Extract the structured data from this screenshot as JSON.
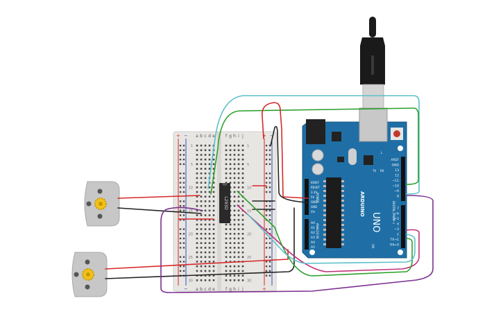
{
  "breadboard": {
    "columns_top": [
      "a",
      "b",
      "c",
      "d",
      "e",
      "f",
      "g",
      "h",
      "i",
      "j"
    ],
    "columns_bottom": [
      "a",
      "b",
      "c",
      "d",
      "e",
      "f",
      "g",
      "h",
      "i",
      "j"
    ],
    "row_numbers": [
      "1",
      "5",
      "10",
      "15",
      "20",
      "25",
      "30"
    ],
    "rail_plus": "+",
    "rail_minus": "−"
  },
  "chip": {
    "label": "L293D"
  },
  "arduino": {
    "brand": "ARDUINO",
    "model": "UNO",
    "tx_label": "TX",
    "rx_label": "RX",
    "on_label": "ON",
    "l_label": "L",
    "power_header_label": "POWER",
    "analog_header_label": "ANALOG IN",
    "digital_header_label": "DIGITAL (PWM~)",
    "power_pins": [
      "IOREF",
      "RESET",
      "3.3V",
      "5V",
      "GND",
      "GND",
      "Vin"
    ],
    "analog_pins": [
      "A0",
      "A1",
      "A2",
      "A3",
      "A4",
      "A5"
    ],
    "digital_top_pins": [
      "AREF",
      "GND",
      "13",
      "12",
      "~11",
      "~10",
      "~9",
      "8"
    ],
    "digital_bottom_pins": [
      "7",
      "~6",
      "~5",
      "4",
      "~3",
      "2",
      "TX→1",
      "RX←0"
    ]
  },
  "motors": [
    {
      "name": "motor-top"
    },
    {
      "name": "motor-bottom"
    }
  ],
  "colors": {
    "arduino_board": "#1f6fa6",
    "breadboard": "#e8e6e3",
    "chip": "#2a2a2a",
    "motor_body": "#c7c7c7",
    "motor_gear": "#f2c21b",
    "wire_red": "#d62728",
    "wire_black": "#222222",
    "wire_green": "#2ca02c",
    "wire_cyan": "#5bc0c8",
    "wire_purple": "#7b2f8f",
    "wire_magenta": "#c0307a",
    "usb_cable": "#1a1a1a"
  }
}
